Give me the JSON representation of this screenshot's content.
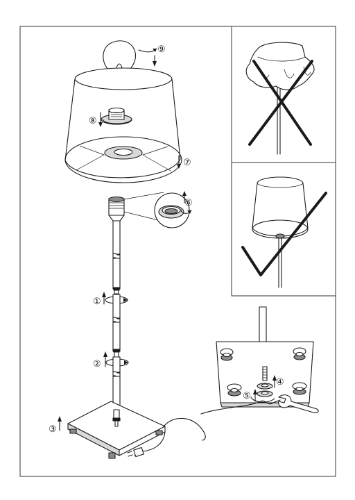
{
  "steps": {
    "s1": "①",
    "s2": "②",
    "s3": "③",
    "s4": "④",
    "s5": "⑤",
    "s6": "⑥",
    "s7": "⑦",
    "s8": "⑧",
    "s9": "⑨"
  },
  "icons": {
    "wrong": "cross-mark-icon",
    "correct": "check-mark-icon"
  },
  "colors": {
    "line": "#1a1a1a",
    "border": "#333333",
    "mark": "#1a1a1a"
  }
}
